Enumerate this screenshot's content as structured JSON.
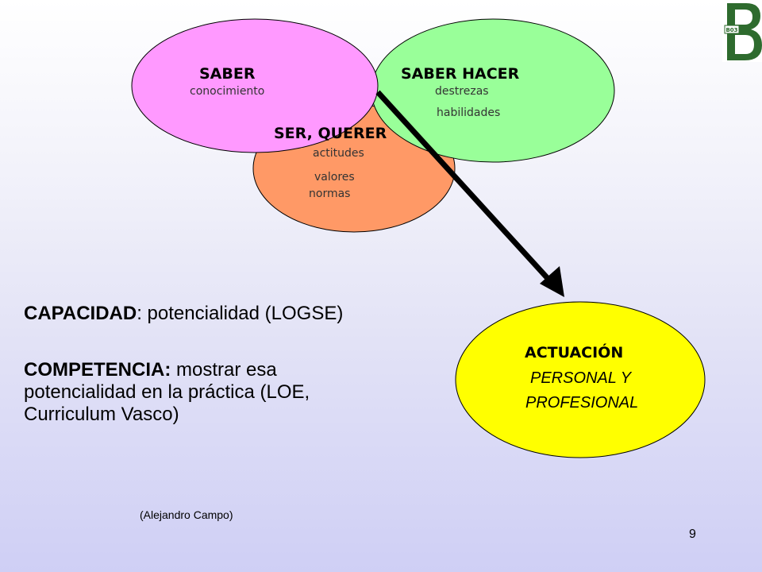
{
  "logo": {
    "text": "B03",
    "color": "#2e6b2e"
  },
  "circles": {
    "saber": {
      "title": "SABER",
      "items": [
        "conocimiento"
      ],
      "color": "#ff99ff"
    },
    "saber_hacer": {
      "title": "SABER HACER",
      "items": [
        "destrezas",
        "habilidades"
      ],
      "color": "#99ff99"
    },
    "ser_querer": {
      "title": "SER, QUERER",
      "items": [
        "actitudes",
        "valores",
        "normas"
      ],
      "color": "#ff9966"
    },
    "actuacion": {
      "title": "ACTUACIÓN",
      "lines": [
        "PERSONAL Y",
        "PROFESIONAL"
      ],
      "color": "#ffff00"
    }
  },
  "capacidad": {
    "term": "CAPACIDAD",
    "definition": ": potencialidad (LOGSE)"
  },
  "competencia": {
    "term": "COMPETENCIA:",
    "definition_line1": " mostrar esa",
    "definition_line2": "potencialidad en la práctica (LOE,",
    "definition_line3": "Curriculum Vasco)"
  },
  "credit": "(Alejandro Campo)",
  "page_number": "9"
}
